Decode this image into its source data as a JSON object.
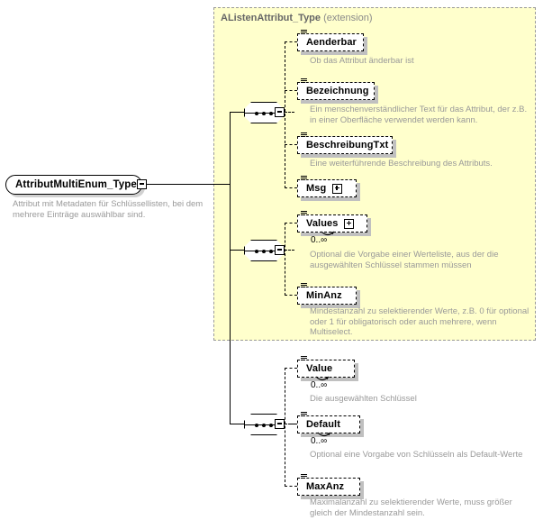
{
  "diagram": {
    "type": "xsd-schema-diagram",
    "root": {
      "name": "AttributMultiEnum_Type",
      "description": "Attribut mit Metadaten für Schlüssellisten, bei dem mehrere Einträge auswählbar sind.",
      "toggle": "minus"
    },
    "extension_group": {
      "title": "AListenAttribut_Type",
      "kind": "(extension)",
      "background": "#ffffcc",
      "border_color": "#999999"
    },
    "compositors": [
      {
        "name": "sequence",
        "id": "sequence-1",
        "toggle": "minus"
      },
      {
        "name": "sequence",
        "id": "sequence-2",
        "toggle": "minus"
      },
      {
        "name": "sequence",
        "id": "sequence-3",
        "toggle": "minus"
      }
    ],
    "groups": [
      {
        "id": "group-extension-upper",
        "inside_extension": true,
        "elements": [
          {
            "name": "Aenderbar",
            "optional": true,
            "expandable": false,
            "cardinality": "",
            "description": "Ob das Attribut änderbar ist"
          },
          {
            "name": "Bezeichnung",
            "optional": true,
            "expandable": false,
            "cardinality": "",
            "description": "Ein menschenverständlicher Text für das Attribut, der z.B. in einer Oberfläche verwendet werden kann."
          },
          {
            "name": "BeschreibungTxt",
            "optional": true,
            "expandable": false,
            "cardinality": "",
            "description": "Eine weiterführende Beschreibung des Attributs."
          },
          {
            "name": "Msg",
            "optional": true,
            "expandable": true,
            "cardinality": "",
            "description": ""
          }
        ]
      },
      {
        "id": "group-extension-lower",
        "inside_extension": true,
        "elements": [
          {
            "name": "Values",
            "optional": true,
            "expandable": true,
            "cardinality": "0..∞",
            "description": "Optional die Vorgabe einer Werteliste, aus der die ausgewählten Schlüssel stammen müssen"
          },
          {
            "name": "MinAnz",
            "optional": true,
            "expandable": false,
            "cardinality": "",
            "description": "Mindestanzahl zu selektierender Werte, z.B. 0 für optional oder 1 für obligatorisch oder auch mehrere, wenn Multiselect."
          }
        ]
      },
      {
        "id": "group-own",
        "inside_extension": false,
        "elements": [
          {
            "name": "Value",
            "optional": true,
            "expandable": false,
            "cardinality": "0..∞",
            "description": "Die ausgewählten Schlüssel"
          },
          {
            "name": "Default",
            "optional": true,
            "expandable": false,
            "cardinality": "0..∞",
            "description": "Optional eine Vorgabe von Schlüsseln als Default-Werte"
          },
          {
            "name": "MaxAnz",
            "optional": true,
            "expandable": false,
            "cardinality": "",
            "description": "Maximalanzahl zu selektierender Werte, muss größer gleich der Mindestanzahl sein."
          }
        ]
      }
    ]
  }
}
